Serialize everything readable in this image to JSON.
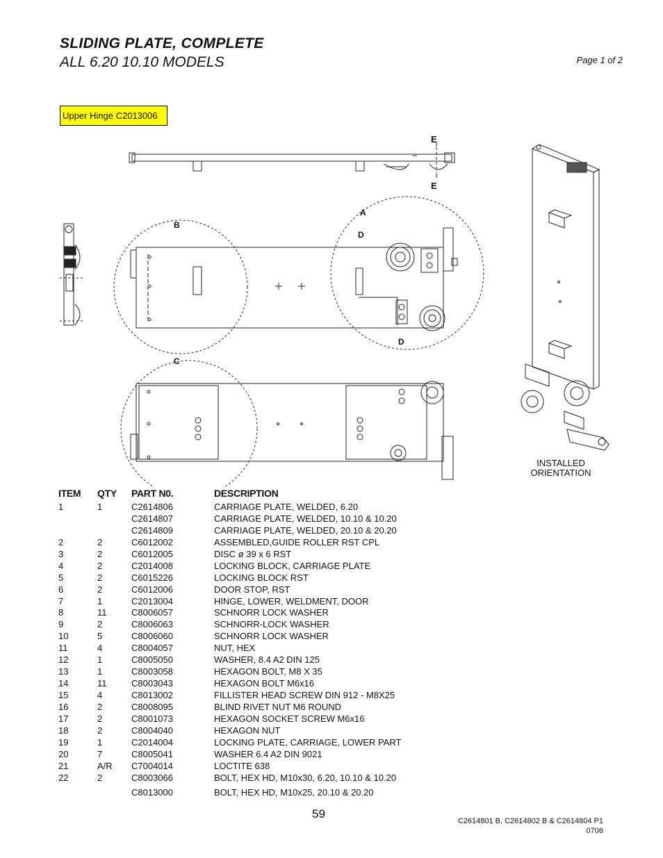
{
  "header": {
    "title": "SLIDING PLATE, COMPLETE",
    "subtitle": "ALL 6.20    10.10 MODELS",
    "page_of": "Page 1 of 2"
  },
  "callout": {
    "label": "Upper Hinge C2013006",
    "color": "#ffff00"
  },
  "drawing": {
    "labels": {
      "e_top": "E",
      "e_bottom": "E",
      "a": "A",
      "b": "B",
      "c": "C",
      "d_top": "D",
      "d_bottom": "D"
    },
    "installed_line1": "INSTALLED",
    "installed_line2": "ORIENTATION"
  },
  "parts_table": {
    "headers": {
      "item": "ITEM",
      "qty": "QTY",
      "part": "PART N0.",
      "description": "DESCRIPTION"
    },
    "rows": [
      {
        "item": "1",
        "qty": "1",
        "part": "C2614806",
        "description": "CARRIAGE PLATE, WELDED, 6.20"
      },
      {
        "item": "",
        "qty": "",
        "part": "C2614807",
        "description": "CARRIAGE PLATE, WELDED, 10.10 & 10.20"
      },
      {
        "item": "",
        "qty": "",
        "part": "C2614809",
        "description": "CARRIAGE PLATE, WELDED, 20.10 & 20.20"
      },
      {
        "item": "2",
        "qty": "2",
        "part": "C6012002",
        "description": "ASSEMBLED,GUIDE ROLLER RST CPL"
      },
      {
        "item": "3",
        "qty": "2",
        "part": "C6012005",
        "description": "DISC ø 39 x 6 RST"
      },
      {
        "item": "4",
        "qty": "2",
        "part": "C2014008",
        "description": "LOCKING BLOCK, CARRIAGE PLATE"
      },
      {
        "item": "5",
        "qty": "2",
        "part": "C6015226",
        "description": "LOCKING BLOCK RST"
      },
      {
        "item": "6",
        "qty": "2",
        "part": "C6012006",
        "description": "DOOR STOP, RST"
      },
      {
        "item": "7",
        "qty": "1",
        "part": "C2013004",
        "description": "HINGE, LOWER, WELDMENT, DOOR"
      },
      {
        "item": "8",
        "qty": "11",
        "part": "C8006057",
        "description": "SCHNORR LOCK WASHER"
      },
      {
        "item": "9",
        "qty": "2",
        "part": "C8006063",
        "description": "SCHNORR-LOCK WASHER"
      },
      {
        "item": "10",
        "qty": "5",
        "part": "C8006060",
        "description": "SCHNORR LOCK WASHER"
      },
      {
        "item": "11",
        "qty": "4",
        "part": "C8004057",
        "description": "NUT, HEX"
      },
      {
        "item": "12",
        "qty": "1",
        "part": "C8005050",
        "description": "WASHER, 8.4 A2 DIN 125"
      },
      {
        "item": "13",
        "qty": "1",
        "part": "C8003058",
        "description": "HEXAGON BOLT, M8 X 35"
      },
      {
        "item": "14",
        "qty": "11",
        "part": "C8003043",
        "description": "HEXAGON BOLT M6x16"
      },
      {
        "item": "15",
        "qty": "4",
        "part": "C8013002",
        "description": "FILLISTER HEAD SCREW DIN 912 - M8X25"
      },
      {
        "item": "16",
        "qty": "2",
        "part": "C8008095",
        "description": "BLIND RIVET NUT M6 ROUND"
      },
      {
        "item": "17",
        "qty": "2",
        "part": "C8001073",
        "description": "HEXAGON SOCKET SCREW M6x16"
      },
      {
        "item": "18",
        "qty": "2",
        "part": "C8004040",
        "description": "HEXAGON NUT"
      },
      {
        "item": "19",
        "qty": "1",
        "part": "C2014004",
        "description": "LOCKING PLATE, CARRIAGE, LOWER PART"
      },
      {
        "item": "20",
        "qty": "7",
        "part": "C8005041",
        "description": "WASHER 6.4 A2 DIN 9021"
      },
      {
        "item": "21",
        "qty": "A/R",
        "part": "C7004014",
        "description": "LOCTITE 638"
      },
      {
        "item": "22",
        "qty": "2",
        "part": "C8003066",
        "description": "BOLT, HEX HD, M10x30, 6.20, 10.10 & 10.20"
      }
    ],
    "extra_row": {
      "item": "",
      "qty": "",
      "part": "C8013000",
      "description": "BOLT, HEX HD, M10x25, 20.10 & 20.20"
    }
  },
  "footer": {
    "page_number": "59",
    "doc_ref_line1": "C2614801 B, C2614802 B & C2614804 P1",
    "doc_ref_line2": "0706"
  }
}
